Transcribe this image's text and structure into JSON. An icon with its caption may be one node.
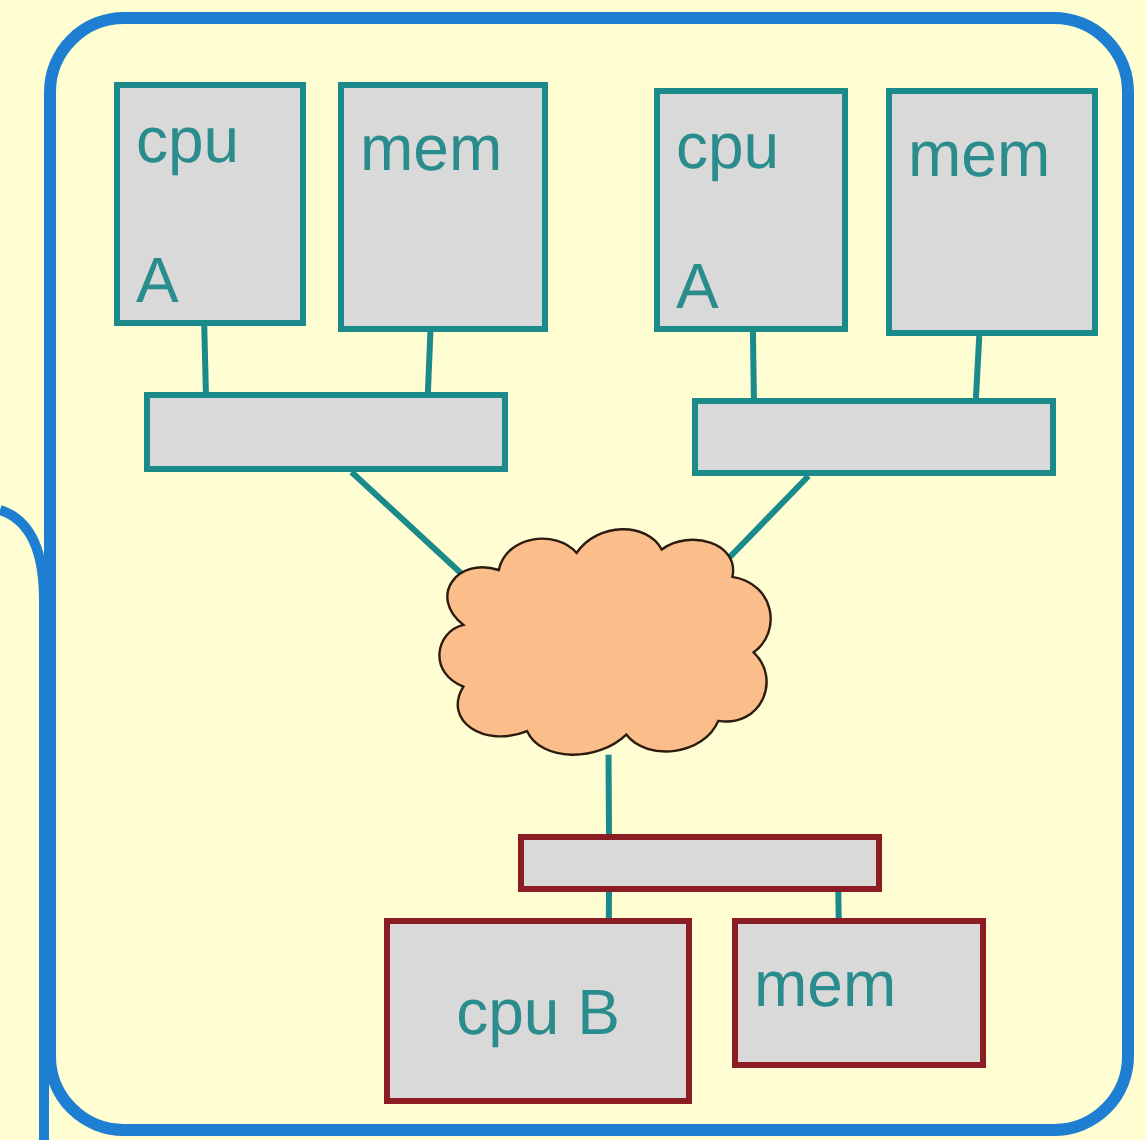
{
  "diagram": {
    "nodes": [
      {
        "text": [],
        "shape": "box"
      },
      {
        "text": [
          "cpu",
          "A"
        ],
        "in": 0
      },
      {
        "text": [
          "mem"
        ],
        "in": 0
      },
      {
        "text": [],
        "shape": "bar",
        "in": 0
      },
      {
        "text": [
          "cpu",
          "A"
        ],
        "in": 0
      },
      {
        "text": [
          "mem"
        ],
        "in": 0
      },
      {
        "text": [],
        "shape": "bar",
        "in": 0
      },
      {
        "text": [],
        "shape": "cloud",
        "in": 0
      },
      {
        "text": [],
        "shape": "bar",
        "in": 0
      },
      {
        "text": [
          "cpu B"
        ],
        "in": 0
      },
      {
        "text": [
          "mem"
        ],
        "in": 0
      }
    ],
    "edges": [
      {
        "from": 1,
        "to": 3,
        "arrow": "none"
      },
      {
        "from": 2,
        "to": 3,
        "arrow": "none"
      },
      {
        "from": 4,
        "to": 6,
        "arrow": "none"
      },
      {
        "from": 5,
        "to": 6,
        "arrow": "none"
      },
      {
        "from": 3,
        "to": 7,
        "arrow": "none"
      },
      {
        "from": 6,
        "to": 7,
        "arrow": "none"
      },
      {
        "from": 7,
        "to": 8,
        "arrow": "none"
      },
      {
        "from": 8,
        "to": 9,
        "arrow": "none"
      },
      {
        "from": 8,
        "to": 10,
        "arrow": "none"
      }
    ]
  }
}
